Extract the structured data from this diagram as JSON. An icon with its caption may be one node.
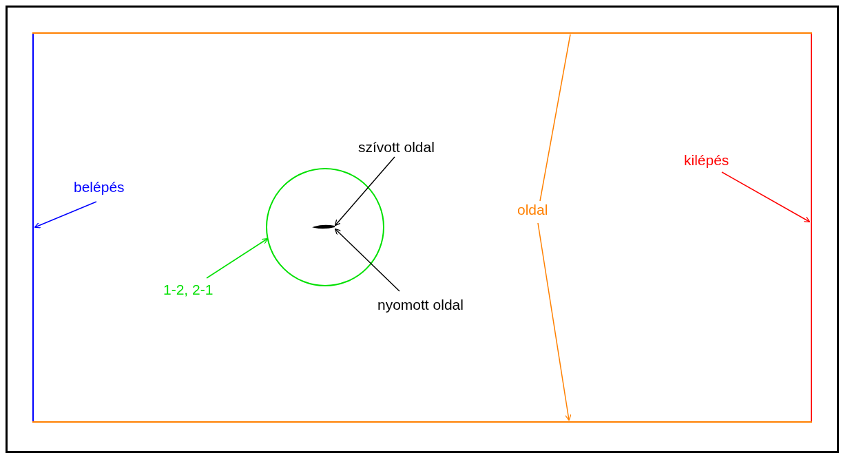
{
  "diagram": {
    "nodes": [
      {
        "text": [
          "belépés"
        ]
      },
      {
        "text": [],
        "shape": "line"
      },
      {
        "text": [
          "kilépés"
        ]
      },
      {
        "text": [],
        "shape": "line"
      },
      {
        "text": [
          "oldal"
        ]
      },
      {
        "text": [],
        "shape": "line"
      },
      {
        "text": [],
        "shape": "line"
      },
      {
        "text": [
          "1-2, 2-1"
        ]
      },
      {
        "text": [],
        "shape": "circle"
      },
      {
        "text": [
          "szívott oldal"
        ]
      },
      {
        "text": [
          "nyomott oldal"
        ]
      },
      {
        "text": [],
        "shape": "airfoil",
        "in": 8
      }
    ],
    "edges": [
      {
        "from": 0,
        "to": 1,
        "arrow": "to",
        "color": "#0000ff"
      },
      {
        "from": 2,
        "to": 3,
        "arrow": "to",
        "color": "#ff0000"
      },
      {
        "from": 4,
        "to": 5,
        "arrow": "none",
        "color": "#ff8000"
      },
      {
        "from": 4,
        "to": 6,
        "arrow": "to",
        "color": "#ff8000"
      },
      {
        "from": 7,
        "to": 8,
        "arrow": "to",
        "color": "#00e000"
      },
      {
        "from": 9,
        "to": 11,
        "arrow": "to",
        "color": "#000000"
      },
      {
        "from": 10,
        "to": 11,
        "arrow": "to",
        "color": "#000000"
      }
    ]
  }
}
